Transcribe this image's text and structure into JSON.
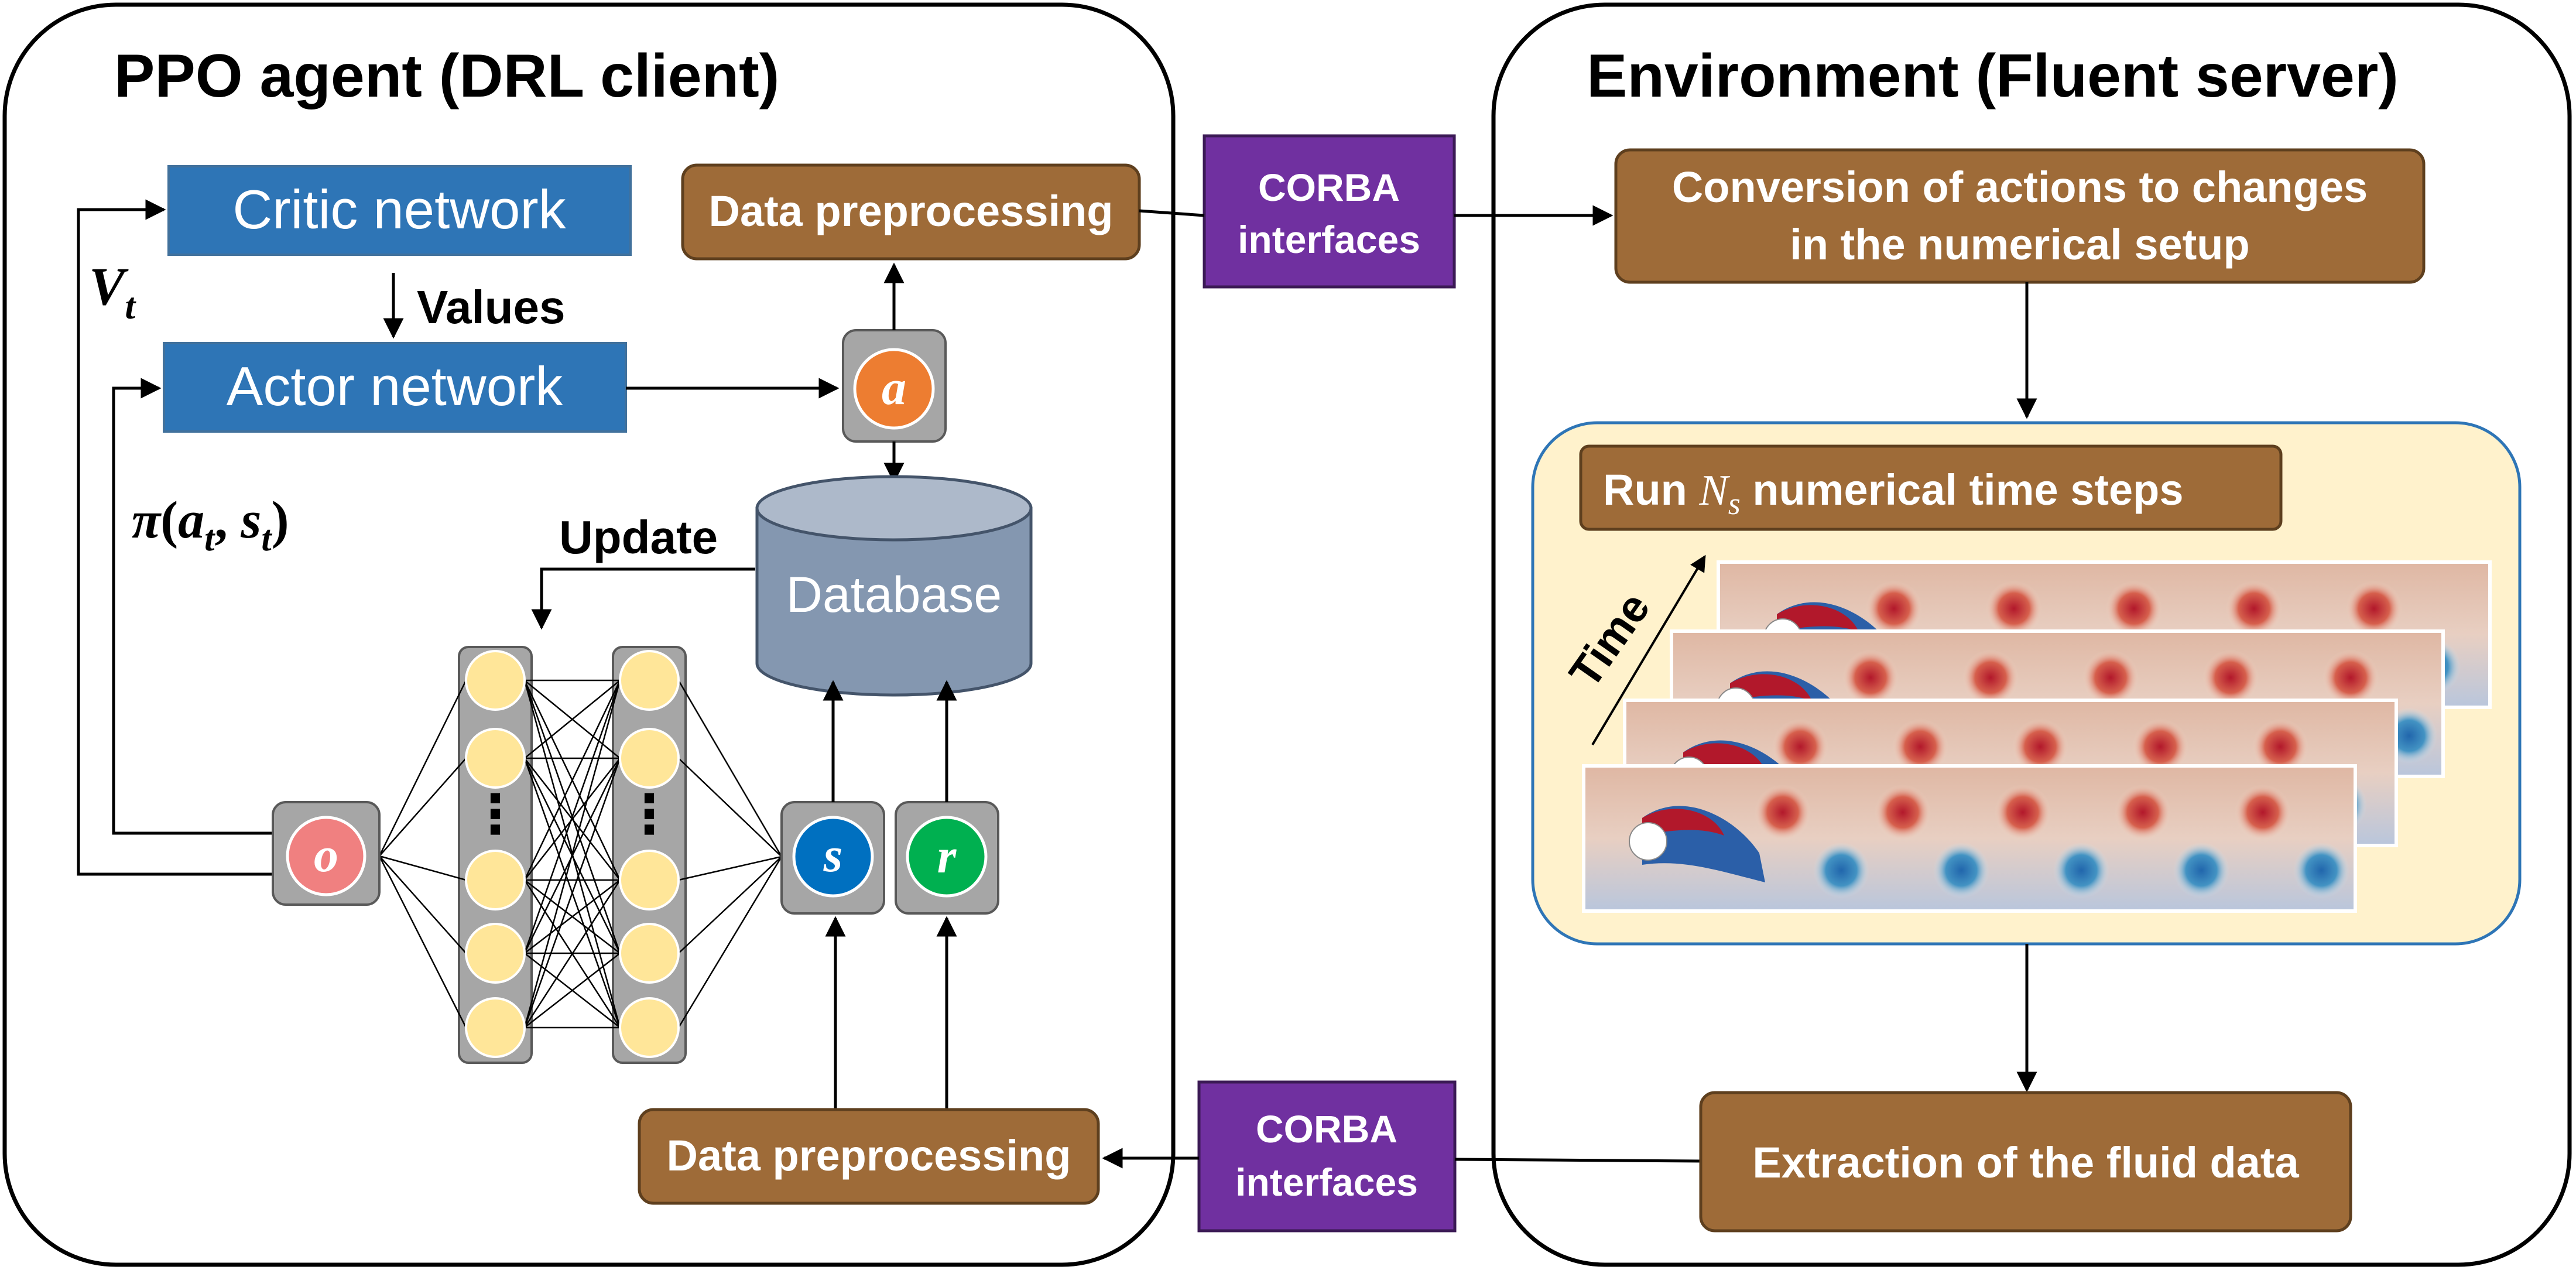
{
  "titles": {
    "agent": "PPO agent (DRL client)",
    "environment": "Environment (Fluent server)"
  },
  "agent": {
    "critic_network": "Critic network",
    "actor_network": "Actor network",
    "values_label": "Values",
    "update_label": "Update",
    "database": "Database",
    "data_preprocessing_top": "Data preprocessing",
    "data_preprocessing_bottom": "Data preprocessing",
    "value_symbol_main": "V",
    "value_symbol_sub": "t",
    "policy_symbol_pi": "π",
    "policy_symbol_open": "(",
    "policy_symbol_a": "a",
    "policy_symbol_a_sub": "t",
    "policy_symbol_comma": ", ",
    "policy_symbol_s": "s",
    "policy_symbol_s_sub": "t",
    "policy_symbol_close": ")",
    "nodes": {
      "action": "a",
      "observation": "o",
      "state": "s",
      "reward": "r"
    },
    "ellipsis": "⋮"
  },
  "interfaces": {
    "top": [
      "CORBA",
      "interfaces"
    ],
    "bottom": [
      "CORBA",
      "interfaces"
    ]
  },
  "environment": {
    "conversion": [
      "Conversion of actions to changes",
      "in the numerical setup"
    ],
    "run_steps_prefix": "Run ",
    "run_steps_symbol": "N",
    "run_steps_symbol_sub": "s",
    "run_steps_suffix": " numerical time steps",
    "time_label": "Time",
    "extraction": "Extraction of the fluid data"
  },
  "colors": {
    "brown": "#9E6B38",
    "brown_border": "#5E3F1E",
    "blue_net": "#2E75B6",
    "purple": "#7030A0",
    "db_fill": "#8497B0",
    "db_top": "#ADB9CA",
    "node_orange": "#ED7D31",
    "node_pink": "#F08080",
    "node_blue": "#0070C0",
    "node_green": "#00B050",
    "neuron": "#FFE699",
    "panel_cream": "#FFF2CC"
  }
}
